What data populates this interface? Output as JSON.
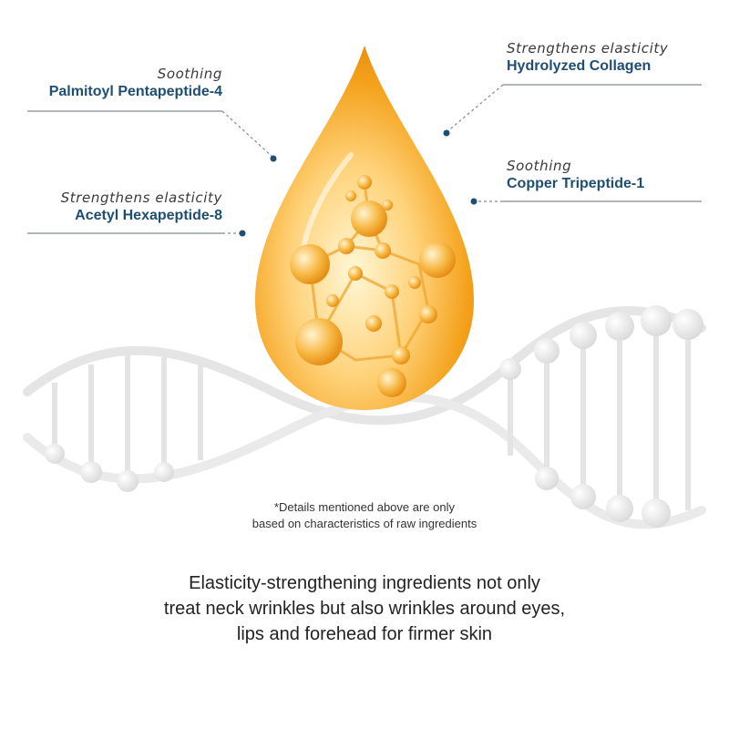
{
  "callouts": [
    {
      "sub": "Soothing",
      "name": "Palmitoyl Pentapeptide-4"
    },
    {
      "sub": "Strengthens elasticity",
      "name": "Acetyl Hexapeptide-8"
    },
    {
      "sub": "Strengthens elasticity",
      "name": "Hydrolyzed Collagen"
    },
    {
      "sub": "Soothing",
      "name": "Copper Tripeptide-1"
    }
  ],
  "note": {
    "line1": "*Details mentioned above are only",
    "line2": "based on characteristics of raw ingredients"
  },
  "headline": {
    "line1": "Elasticity-strengthening ingredients not only",
    "line2": "treat neck wrinkles but also wrinkles around eyes,",
    "line3": "lips and forehead for firmer skin"
  },
  "colors": {
    "ingredient_name": "#1f4e73",
    "drop_gold": "#f4a21c",
    "leader_line": "#7f8a95"
  },
  "icons": [
    "serum-drop-illustration",
    "molecule-illustration",
    "dna-helix-illustration"
  ]
}
